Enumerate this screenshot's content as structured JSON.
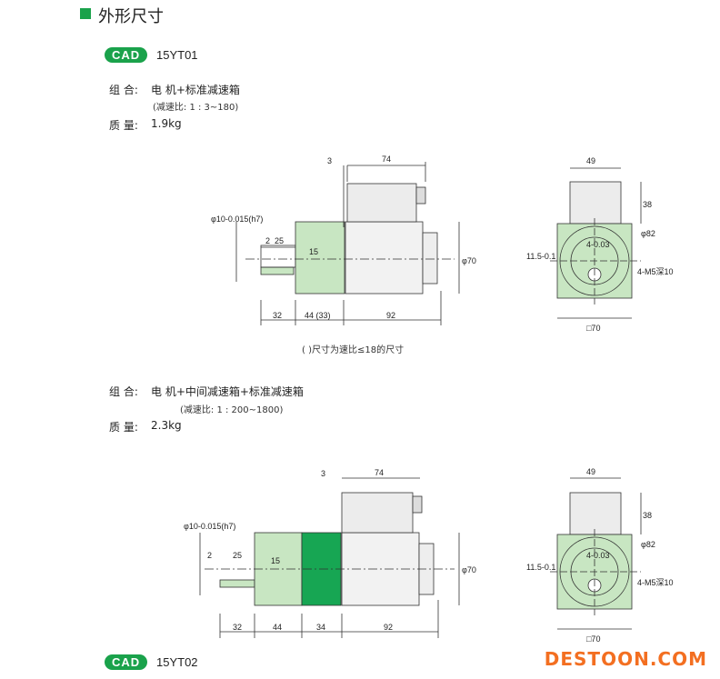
{
  "section_title": "外形尺寸",
  "cad_label": "CAD",
  "models": [
    "15YT01",
    "15YT02"
  ],
  "spec1": {
    "combo_label": "组 合:",
    "combo_value": "电 机+标准减速箱",
    "ratio": "(减速比: 1 : 3~180)",
    "mass_label": "质 量:",
    "mass_value": "1.9kg"
  },
  "spec2": {
    "combo_label": "组 合:",
    "combo_value": "电 机+中间减速箱+标准减速箱",
    "ratio": "(减速比: 1 : 200~1800)",
    "mass_label": "质 量:",
    "mass_value": "2.3kg"
  },
  "note": "( )尺寸为速比≤18的尺寸",
  "dims1_side": {
    "d3": "3",
    "d74": "74",
    "d2": "2",
    "d25": "25",
    "d15": "15",
    "d32": "32",
    "d44": "44 (33)",
    "d92": "92",
    "dia70": "φ70",
    "shaft": "φ10-0.015(h7)"
  },
  "dims2_side": {
    "d3": "3",
    "d74": "74",
    "d2": "2",
    "d25": "25",
    "d15": "15",
    "d32": "32",
    "d44": "44",
    "d34": "34",
    "d92": "92",
    "dia70": "φ70",
    "shaft": "φ10-0.015(h7)"
  },
  "dims_front": {
    "d49": "49",
    "d38": "38",
    "d82": "φ82",
    "d115": "11.5-0.1",
    "d4": "4-0.03",
    "holes": "4-M5深10",
    "sq70": "□70"
  },
  "colors": {
    "accent": "#1aa24b",
    "gear_light": "#c8e6c2",
    "gear_dark": "#17a653",
    "brand": "#f36f21"
  },
  "brand": "DESTOON.COM"
}
